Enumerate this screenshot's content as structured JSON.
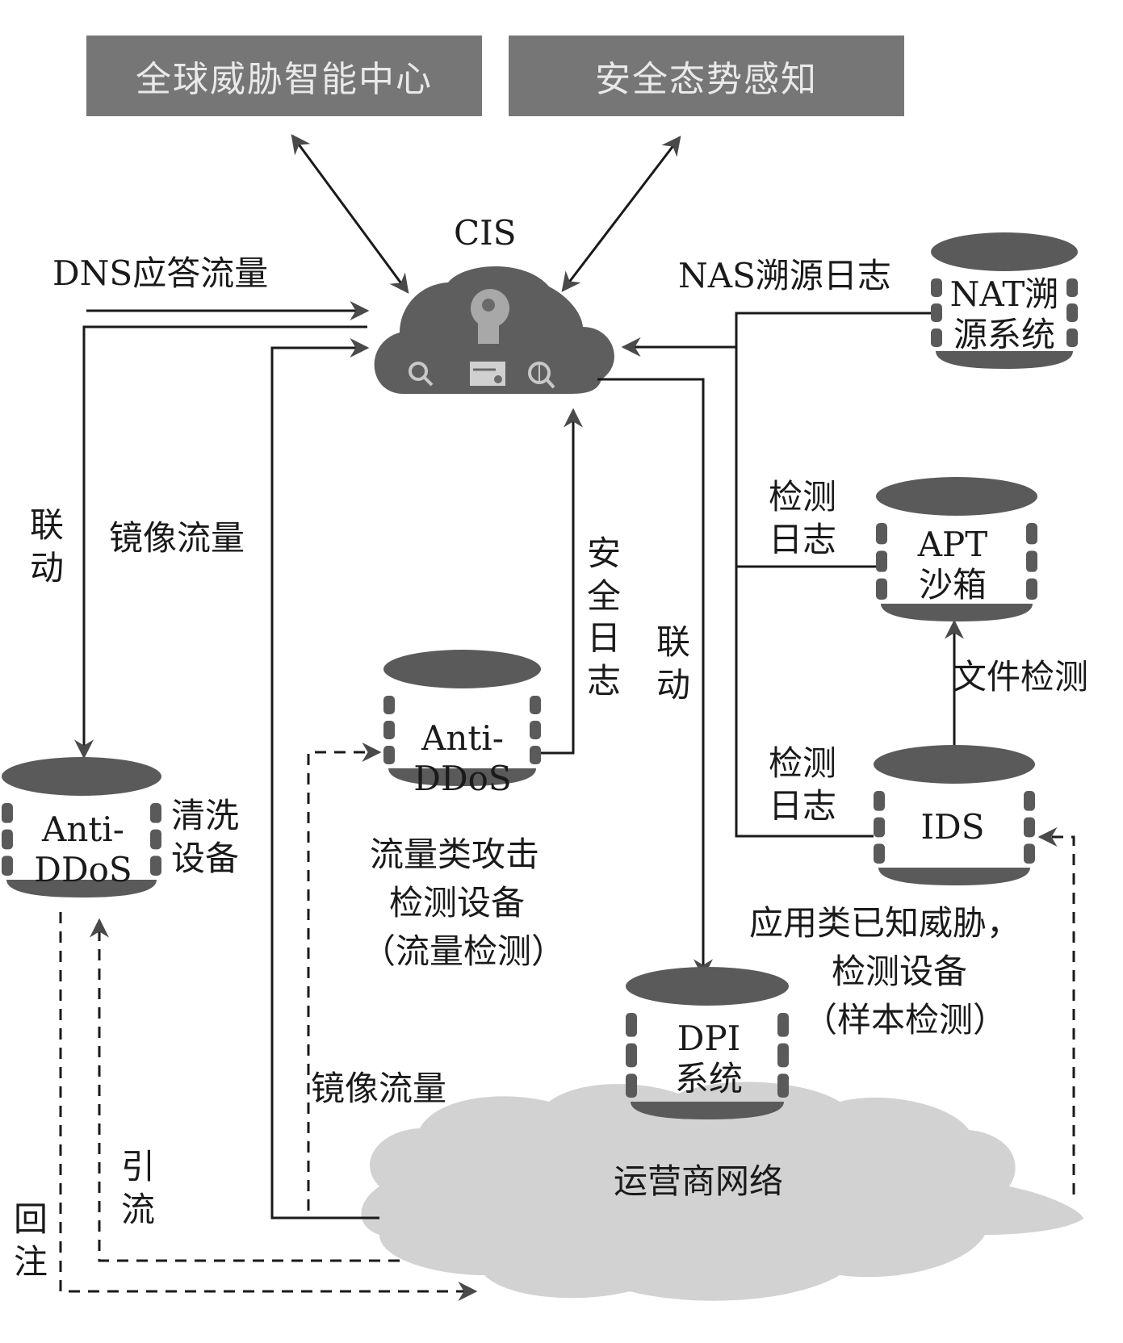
{
  "top_boxes": [
    {
      "label": "全球威胁智能中心"
    },
    {
      "label": "安全态势感知"
    }
  ],
  "cis": {
    "label": "CIS",
    "icons": [
      "brain-head-icon",
      "gear-search-icon",
      "card-icon",
      "globe-search-icon"
    ]
  },
  "databases": {
    "nat": {
      "line1": "NAT溯",
      "line2": "源系统"
    },
    "apt": {
      "line1": "APT",
      "line2": "沙箱"
    },
    "ids": {
      "line1": "IDS"
    },
    "anti_ddos_mid": {
      "line1": "Anti-",
      "line2": "DDoS"
    },
    "anti_ddos_left": {
      "line1": "Anti-",
      "line2": "DDoS"
    },
    "dpi": {
      "line1": "DPI",
      "line2": "系统"
    }
  },
  "network": {
    "label": "运营商网络"
  },
  "labels": {
    "dns_traffic": "DNS应答流量",
    "nas_log": "NAS溯源日志",
    "linkage_left": "联动",
    "mirror_traffic_top": "镜像流量",
    "security_log": "安全日志",
    "linkage_mid": "联动",
    "detect_log_apt": "检测日志",
    "file_detect": "文件检测",
    "detect_log_ids": "检测日志",
    "cleaning_device": "清洗设备",
    "flow_attack_device_1": "流量类攻击",
    "flow_attack_device_2": "检测设备",
    "flow_attack_device_3": "（流量检测）",
    "app_threat_1": "应用类已知威胁，",
    "app_threat_2": "检测设备",
    "app_threat_3": "（样本检测）",
    "mirror_traffic_bottom": "镜像流量",
    "divert": "引流",
    "reinject": "回注"
  },
  "colors": {
    "box": "#767676",
    "db": "#5a5a5a",
    "network": "#cfcfcf",
    "line": "#1a1a1a"
  }
}
